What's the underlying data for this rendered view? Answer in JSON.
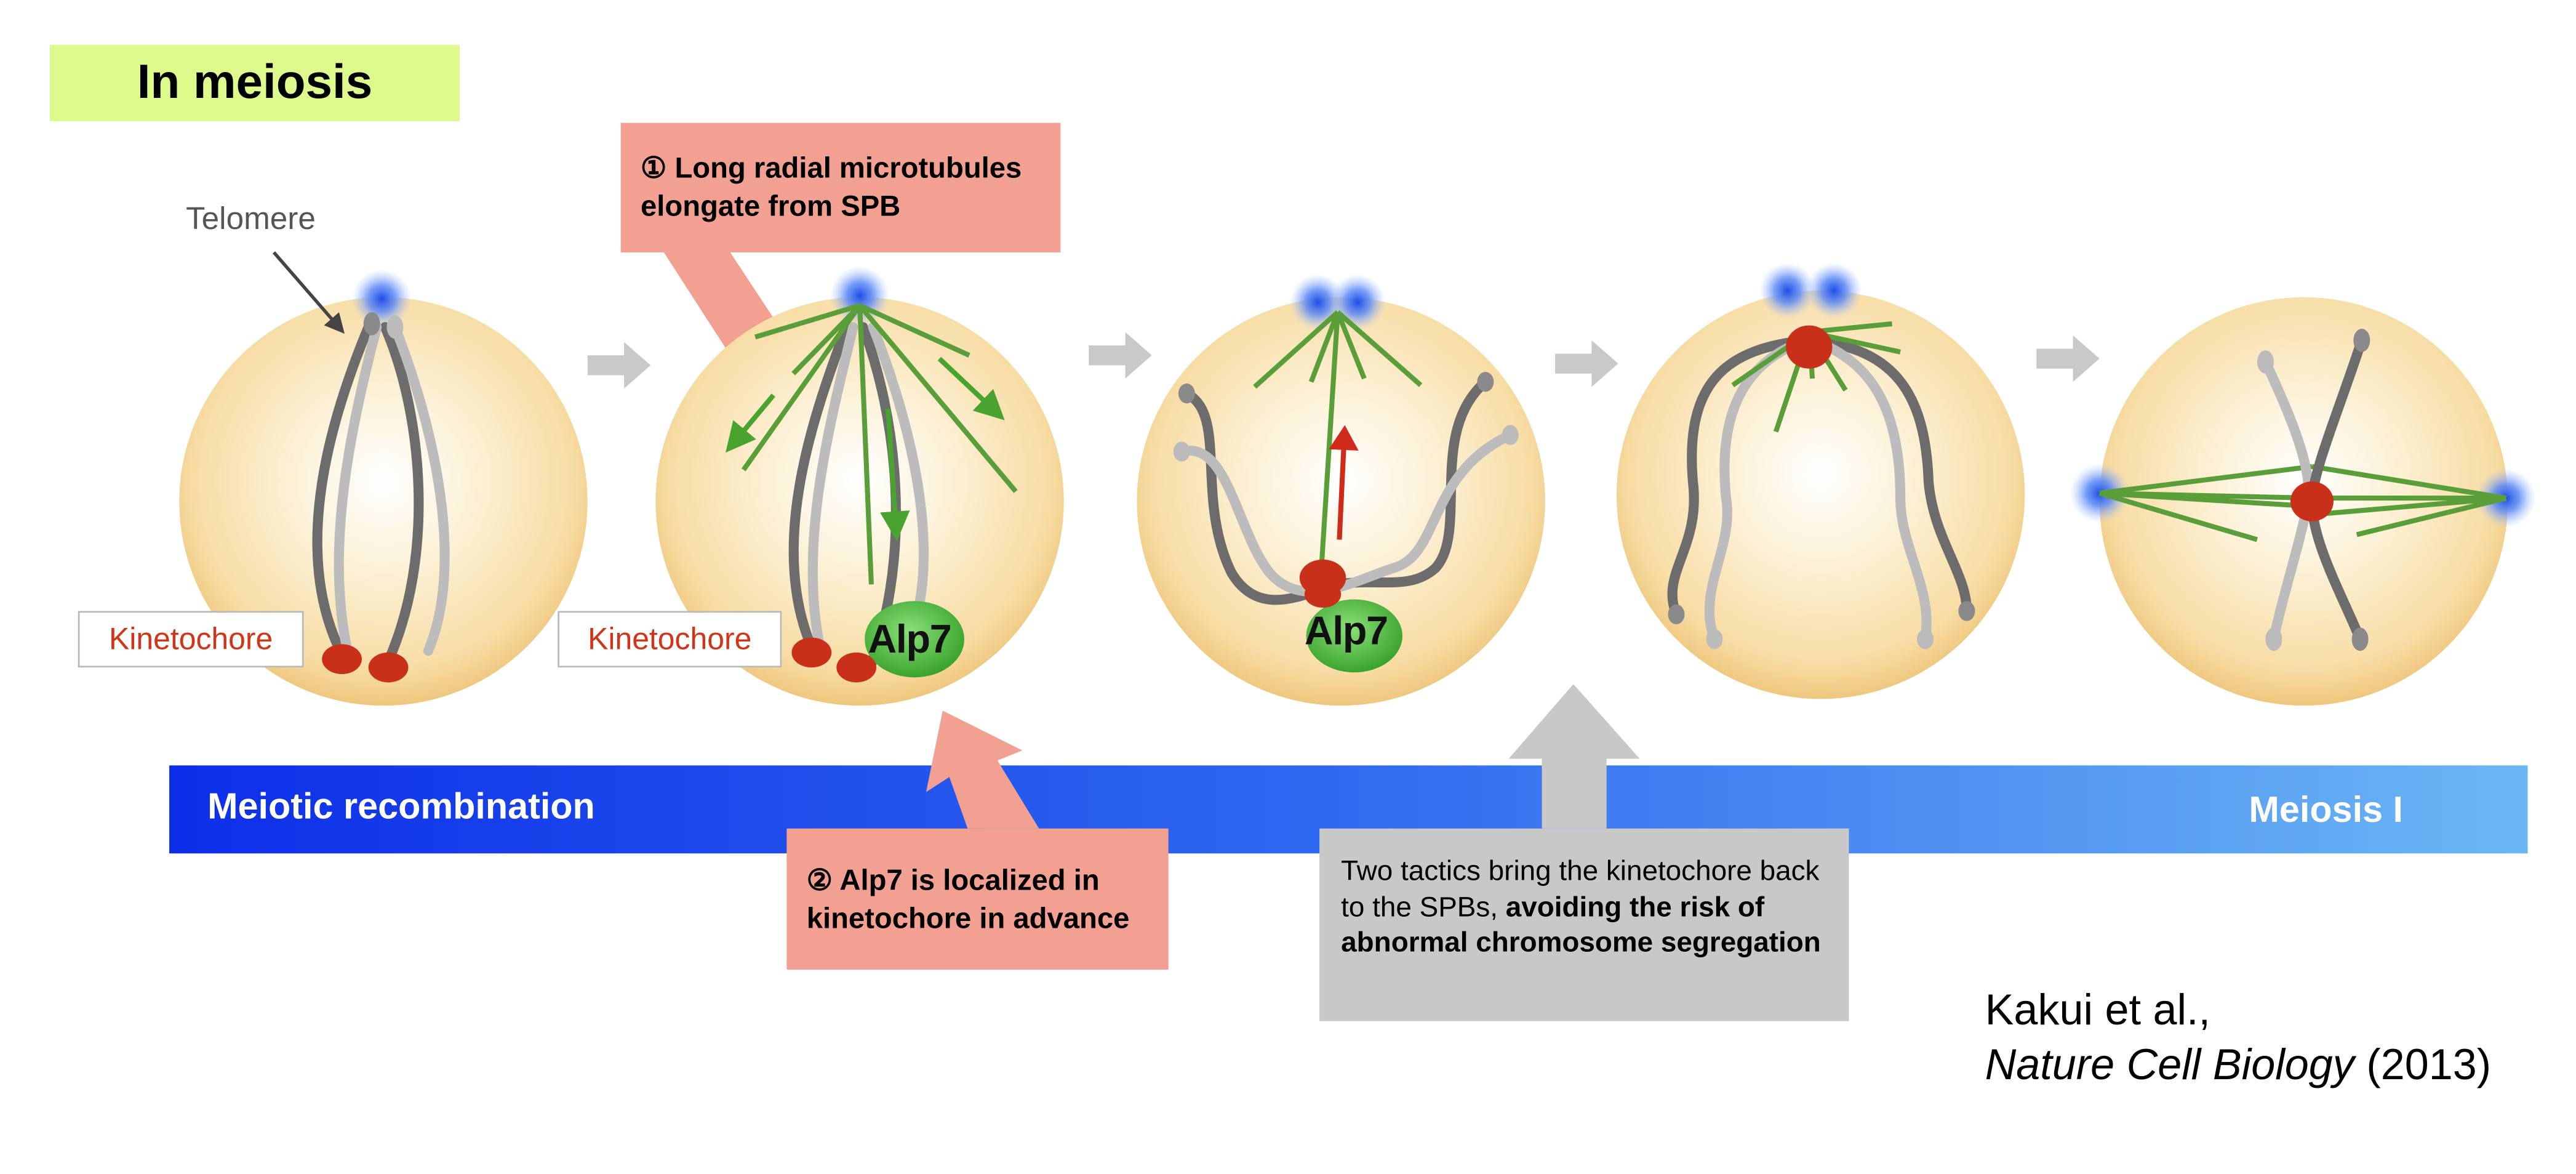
{
  "title": "In meiosis",
  "labels": {
    "telomere": "Telomere",
    "kinetochore_1": "Kinetochore",
    "kinetochore_2": "Kinetochore",
    "alp7_1": "Alp7",
    "alp7_2": "Alp7"
  },
  "callouts": {
    "c1": "① Long radial microtubules elongate from SPB",
    "c2": "② Alp7 is localized in kinetochore in advance",
    "tactics_plain": "Two tactics bring the kinetochore back to the SPBs,",
    "tactics_bold": " avoiding the risk of abnormal chromosome segregation"
  },
  "timeline": {
    "left": "Meiotic recombination",
    "right": "Meiosis I"
  },
  "citation": {
    "authors": "Kakui et al.,",
    "journal": "Nature Cell Biology",
    "year": " (2013)"
  },
  "colors": {
    "cell": "#fbe3b1",
    "spb": "#3a6ff0",
    "microtubule": "#5a9e3a",
    "kinetochore": "#d23418",
    "alp7": "#4cc13b",
    "band_start": "#0d2ee8",
    "band_end": "#6cb6f4",
    "callout": "#f2a092",
    "note": "#c8c8c8",
    "title_bg": "#dcfb8c"
  }
}
